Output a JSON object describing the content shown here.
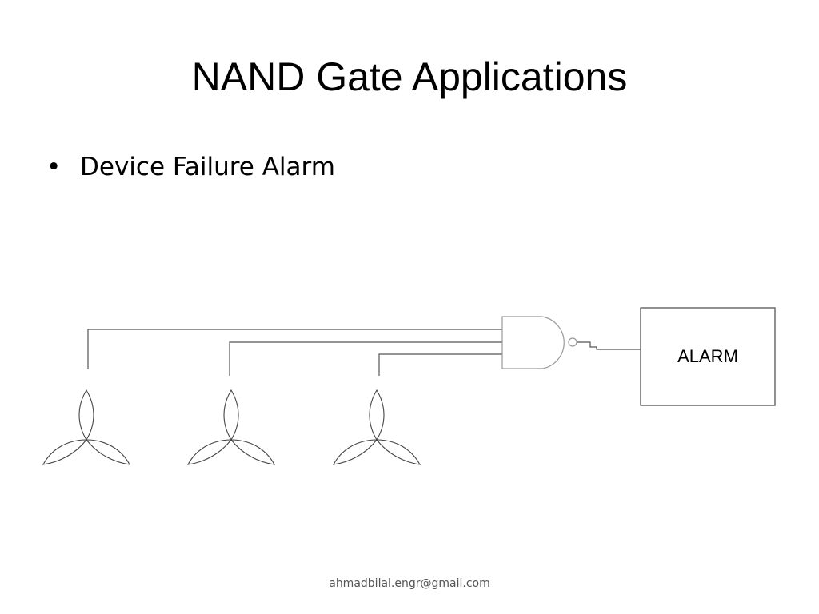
{
  "slide": {
    "title": "NAND Gate Applications",
    "bullets": [
      {
        "marker": "•",
        "text": "Device Failure Alarm"
      }
    ]
  },
  "diagram": {
    "alarm_label": "ALARM",
    "fan_count": 3,
    "gate_type": "NAND",
    "gate_inputs": 3,
    "line_color": "#555555",
    "gate_color": "#9a9a9a"
  },
  "footer": {
    "email": "ahmadbilal.engr@gmail.com"
  }
}
